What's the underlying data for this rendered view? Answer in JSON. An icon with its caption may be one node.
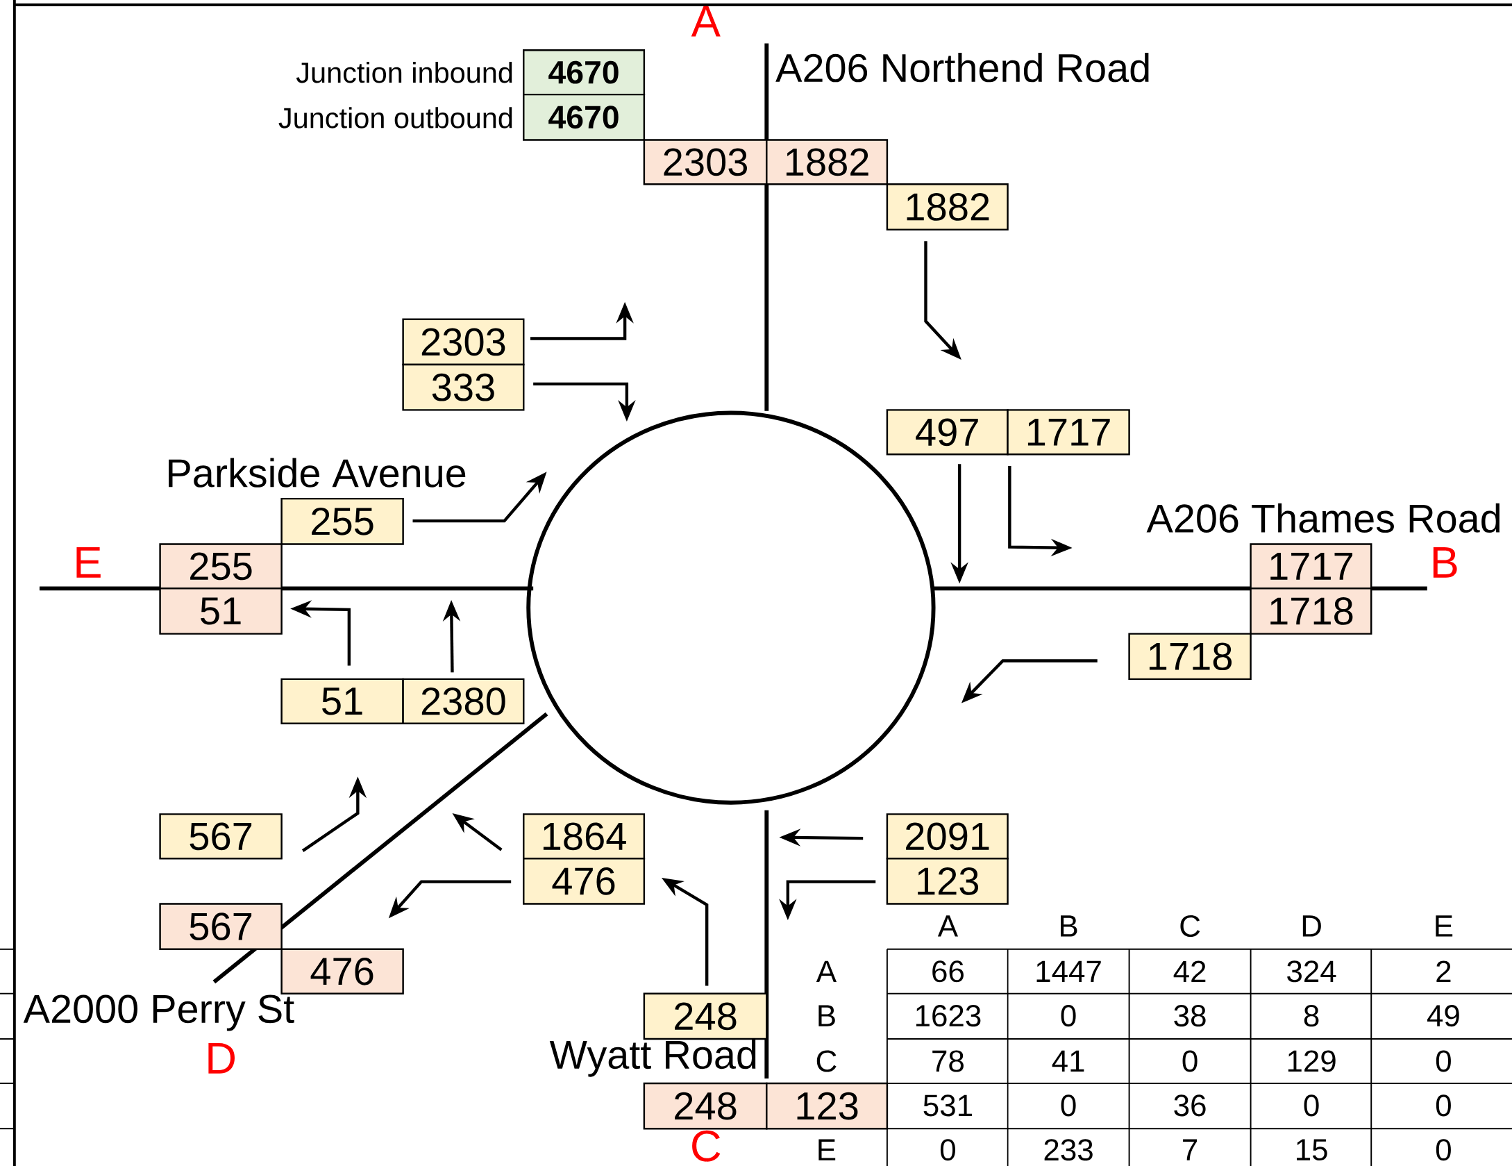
{
  "diagram": {
    "nodes": [
      {
        "text": [
          "4670"
        ]
      },
      {
        "text": [
          "4670"
        ]
      },
      {
        "text": [
          "2303"
        ]
      },
      {
        "text": [
          "1882"
        ]
      },
      {
        "text": [
          "1882"
        ]
      },
      {
        "text": [
          "2303"
        ]
      },
      {
        "text": [
          "333"
        ]
      },
      {
        "text": [
          "497"
        ]
      },
      {
        "text": [
          "1717"
        ]
      },
      {
        "text": [
          "255"
        ]
      },
      {
        "text": [
          "255"
        ]
      },
      {
        "text": [
          "1717"
        ]
      },
      {
        "text": [
          "51"
        ]
      },
      {
        "text": [
          "1718"
        ]
      },
      {
        "text": [
          "1718"
        ]
      },
      {
        "text": [
          "51"
        ]
      },
      {
        "text": [
          "2380"
        ]
      },
      {
        "text": [
          "567"
        ]
      },
      {
        "text": [
          "1864"
        ]
      },
      {
        "text": [
          "2091"
        ]
      },
      {
        "text": [
          "476"
        ]
      },
      {
        "text": [
          "123"
        ]
      },
      {
        "text": [
          "567"
        ]
      },
      {
        "text": [
          "476"
        ]
      },
      {
        "text": [
          "248"
        ]
      },
      {
        "text": [
          "248"
        ]
      },
      {
        "text": [
          "123"
        ]
      },
      {
        "text": [],
        "shape": "circle"
      }
    ],
    "labels": [
      "A",
      "Junction inbound",
      "A206 Northend Road",
      "Junction outbound",
      "Parkside Avenue",
      "A206 Thames Road",
      "E",
      "B",
      "A2000 Perry St",
      "D",
      "Wyatt Road",
      "C",
      "A",
      "B",
      "C",
      "D",
      "E",
      "A",
      "66",
      "1447",
      "42",
      "324",
      "2",
      "B",
      "1623",
      "0",
      "38",
      "8",
      "49",
      "C",
      "78",
      "41",
      "0",
      "129",
      "0",
      "531",
      "0",
      "36",
      "0",
      "0",
      "E",
      "0",
      "233",
      "7",
      "15",
      "0"
    ]
  }
}
